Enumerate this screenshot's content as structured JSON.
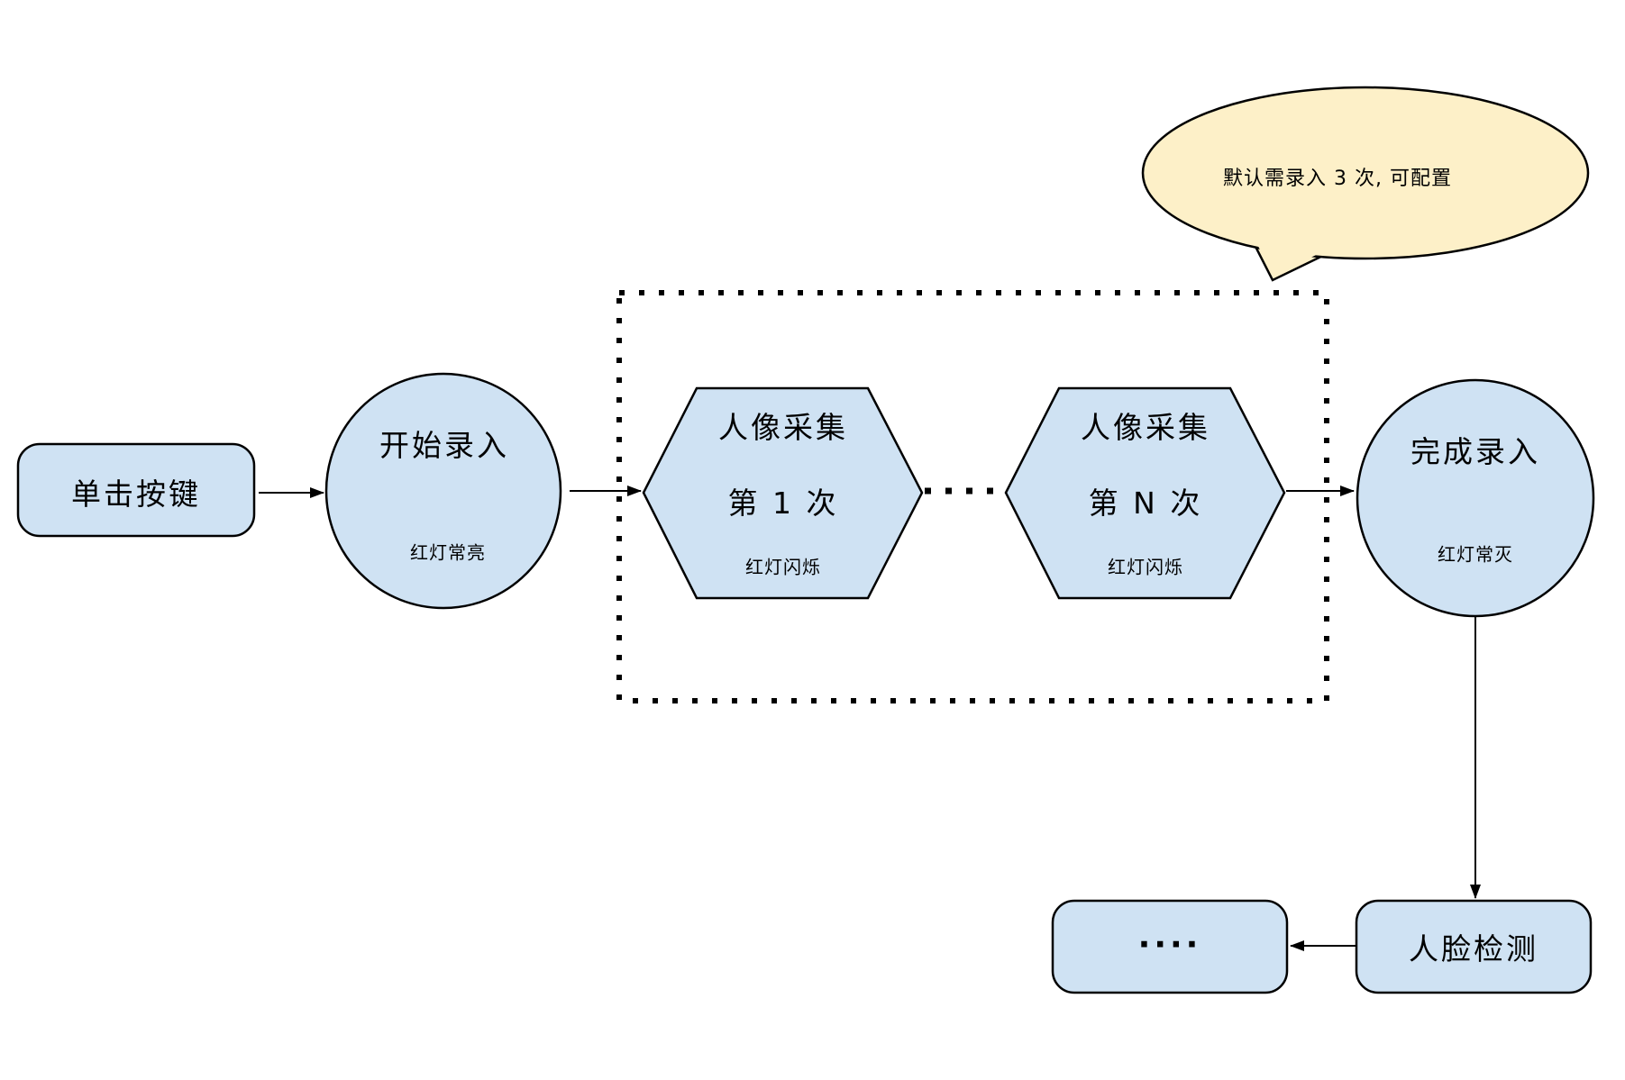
{
  "diagram": {
    "nodes": {
      "click_button": {
        "label": "单击按键"
      },
      "start": {
        "label": "开始录入",
        "status": "红灯常亮"
      },
      "capture_1": {
        "title": "人像采集",
        "subtitle": "第 1 次",
        "status": "红灯闪烁"
      },
      "capture_n": {
        "title": "人像采集",
        "subtitle": "第 N 次",
        "status": "红灯闪烁"
      },
      "finish": {
        "label": "完成录入",
        "status": "红灯常灭"
      },
      "more": {
        "label": "...."
      },
      "face_detect": {
        "label": "人脸检测"
      }
    },
    "callout": {
      "text": "默认需录入 3 次, 可配置"
    },
    "colors": {
      "node_fill": "#cfe2f3",
      "callout_fill": "#fdf0c8",
      "stroke": "#000000"
    }
  }
}
